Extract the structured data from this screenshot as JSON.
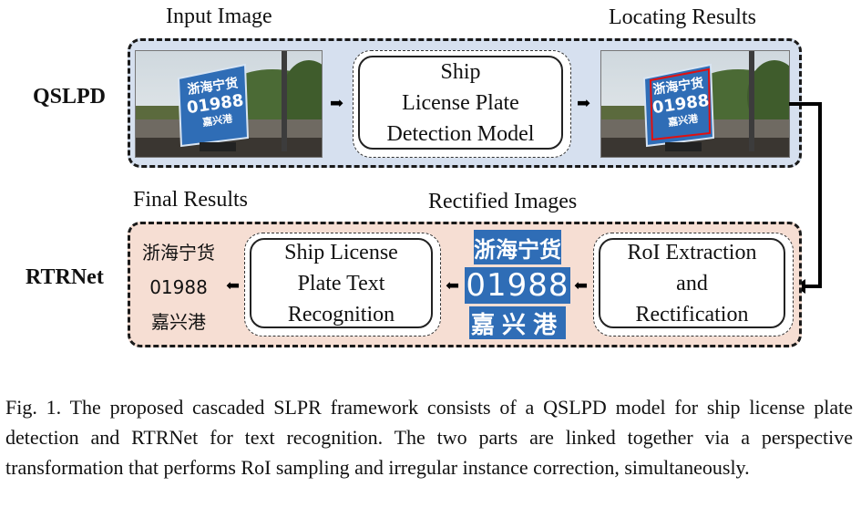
{
  "labels": {
    "input_image": "Input Image",
    "locating_results": "Locating Results",
    "final_results": "Final Results",
    "rectified_images": "Rectified Images"
  },
  "stages": {
    "qslpd": "QSLPD",
    "rtrnet": "RTRNet"
  },
  "modules": {
    "detection": [
      "Ship",
      "License Plate",
      "Detection Model"
    ],
    "roi": [
      "RoI Extraction",
      "and",
      "Rectification"
    ],
    "recognition": [
      "Ship License",
      "Plate Text",
      "Recognition"
    ]
  },
  "plate": {
    "line1": "浙海宁货",
    "line2": "01988",
    "line3": "嘉兴港"
  },
  "caption": "Fig. 1.  The proposed cascaded SLPR framework consists of a QSLPD model for ship license plate detection and RTRNet for text recognition. The two parts are linked together via a perspective transformation that performs RoI sampling and irregular instance correction, simultaneously.",
  "colors": {
    "panel_top": "#d6e0ef",
    "panel_bottom": "#f6ded3",
    "plate_blue": "#2f6db6"
  },
  "icons": {
    "arrow": "right-arrow / left-arrow",
    "connector": "elbow-arrow"
  }
}
